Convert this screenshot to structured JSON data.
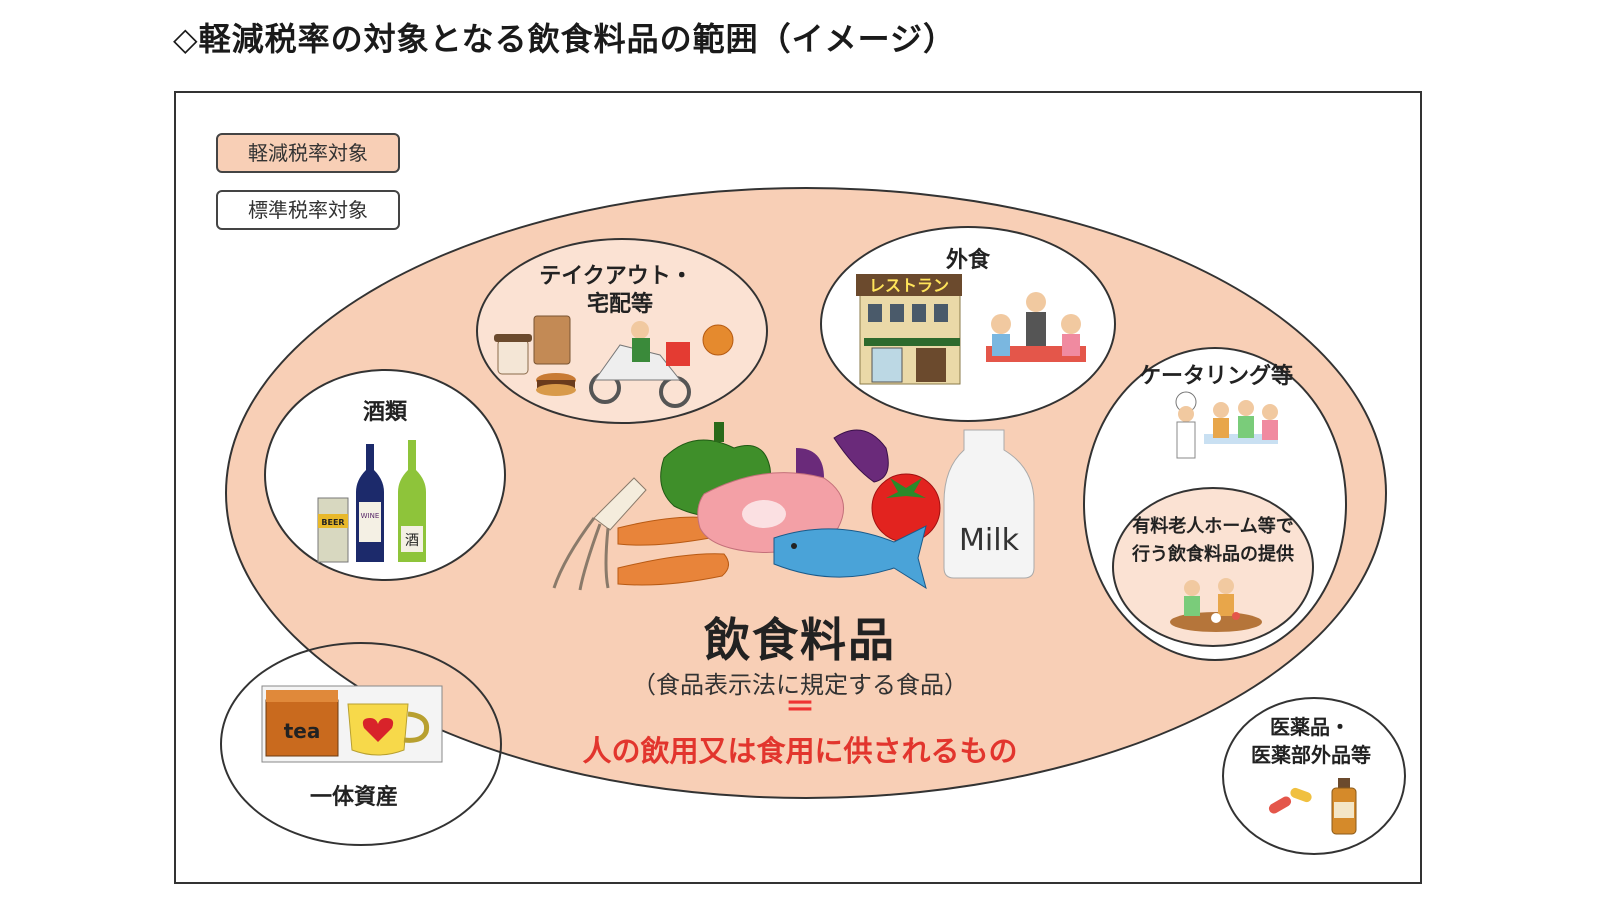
{
  "title": "◇軽減税率の対象となる飲食料品の範囲（イメージ）",
  "legend": {
    "reduced": "軽減税率対象",
    "standard": "標準税率対象"
  },
  "center": {
    "title": "飲食料品",
    "subtitle": "（食品表示法に規定する食品）",
    "equals": "＝",
    "definition": "人の飲用又は食用に供されるもの",
    "milk_label": "Milk"
  },
  "circles": {
    "alcohol": {
      "label": "酒類",
      "beer_label": "BEER",
      "wine_label": "WINE",
      "sake_label": "酒"
    },
    "takeout": {
      "line1": "テイクアウト・",
      "line2": "宅配等"
    },
    "dining_out": {
      "label": "外食",
      "sign": "レストラン"
    },
    "catering": {
      "label": "ケータリング等"
    },
    "nursing_home": {
      "line1": "有料老人ホーム等で",
      "line2": "行う飲食料品の提供"
    },
    "bundled_asset": {
      "label": "一体資産",
      "box_label": "tea"
    },
    "pharma": {
      "line1": "医薬品・",
      "line2": "医薬部外品等"
    }
  },
  "colors": {
    "reduced_fill": "#f8cfb6",
    "standard_fill": "#ffffff",
    "definition_text": "#e2352d"
  }
}
